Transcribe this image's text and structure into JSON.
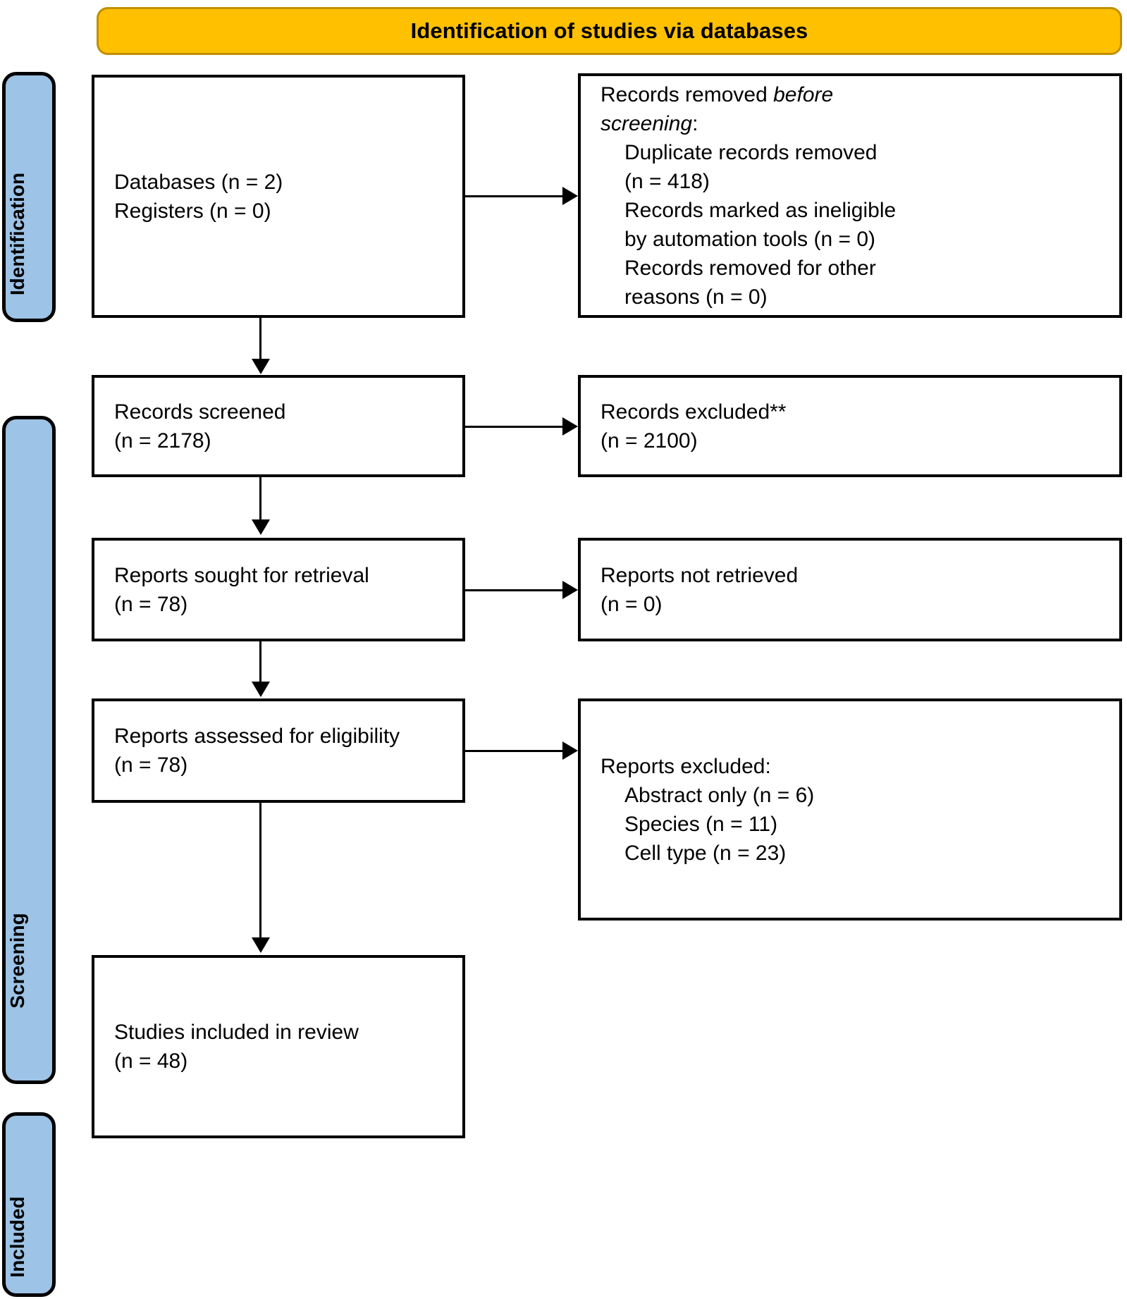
{
  "header": {
    "title": "Identification of studies via databases",
    "bg_color": "#FFC000",
    "border_color": "#BF9000"
  },
  "stages": {
    "band_color": "#9DC3E6",
    "items": [
      {
        "id": "identification",
        "label": "Identification"
      },
      {
        "id": "screening",
        "label": "Screening"
      },
      {
        "id": "included",
        "label": "Included"
      }
    ]
  },
  "boxes": {
    "sources": {
      "line1": "Databases (n = 2)",
      "line2": "Registers (n = 0)"
    },
    "removed_before": {
      "line1_a": "Records removed ",
      "line1_b": "before",
      "line2_a": "screening",
      "line2_b": ":",
      "line3": "Duplicate records removed",
      "line4": "(n = 418)",
      "line5": "Records marked as ineligible",
      "line6": "by automation tools (n = 0)",
      "line7": "Records removed for other",
      "line8": "reasons (n = 0)"
    },
    "screened": {
      "line1": "Records screened",
      "line2": "(n = 2178)"
    },
    "excluded": {
      "line1": "Records excluded**",
      "line2": "(n = 2100)"
    },
    "sought": {
      "line1": "Reports sought for retrieval",
      "line2": "(n = 78)"
    },
    "not_retrieved": {
      "line1": "Reports not retrieved",
      "line2": "(n = 0)"
    },
    "assessed": {
      "line1": "Reports assessed for eligibility",
      "line2": "(n = 78)"
    },
    "reports_excluded": {
      "line1": "Reports excluded:",
      "line2": "Abstract only (n = 6)",
      "line3": "Species (n = 11)",
      "line4": "Cell type (n = 23)"
    },
    "included": {
      "line1": "Studies included in review",
      "line2": "(n = 48)"
    }
  }
}
